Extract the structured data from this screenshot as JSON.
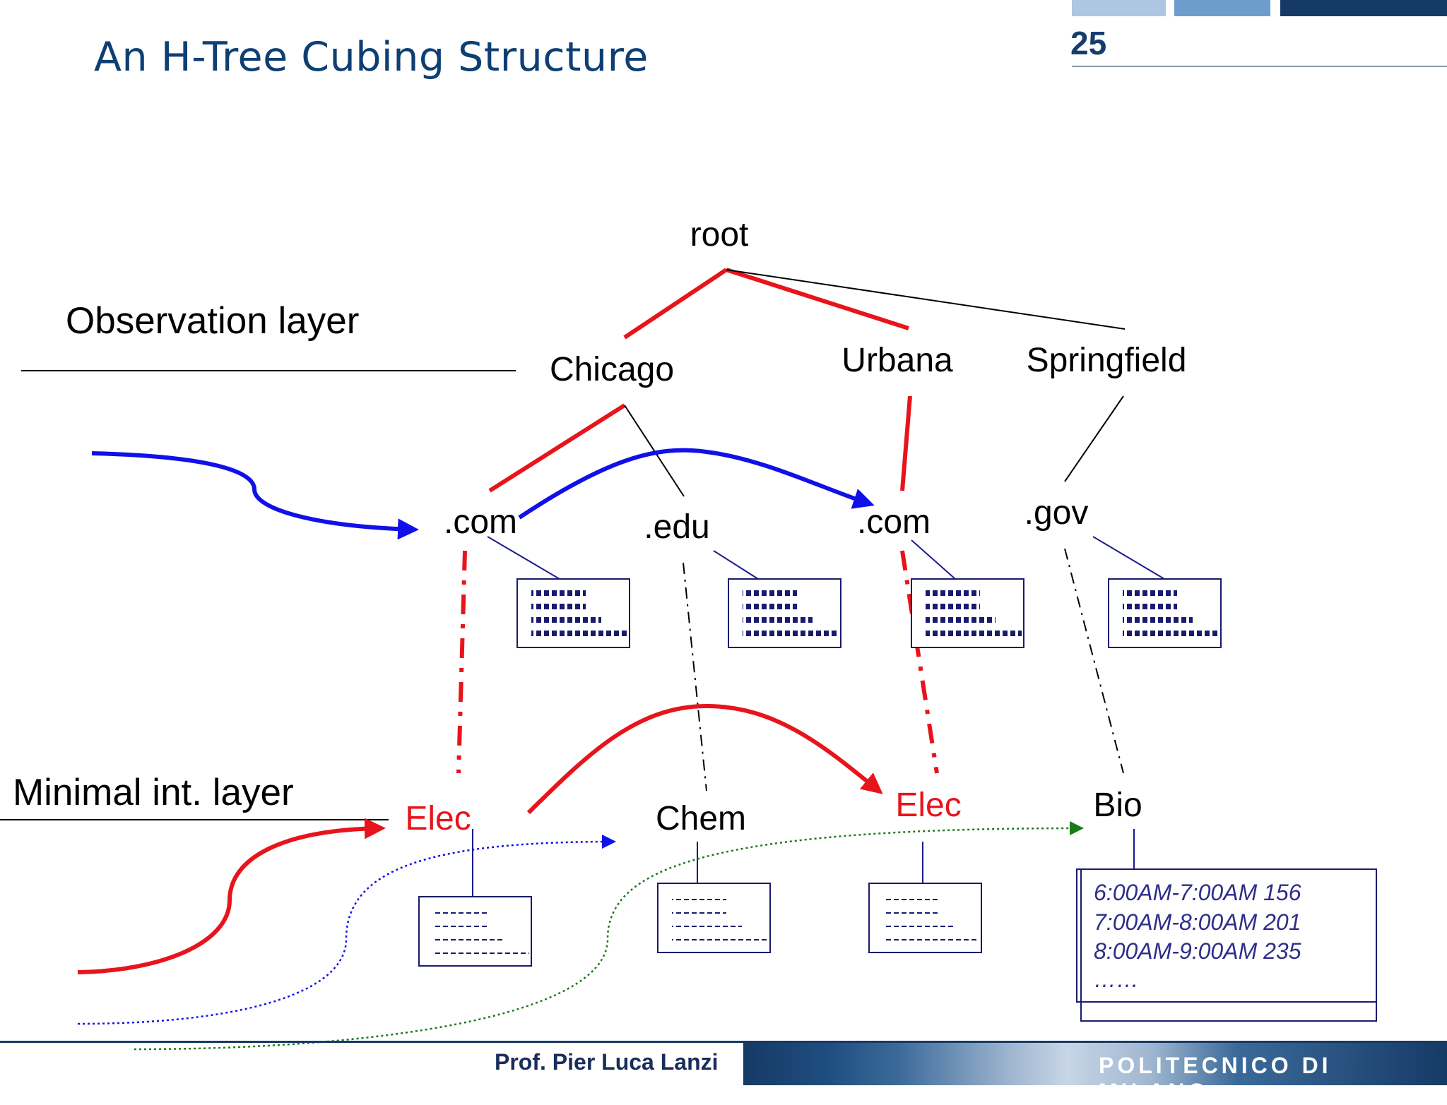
{
  "slide": {
    "title": "An H-Tree Cubing Structure",
    "page_number": "25"
  },
  "layers": {
    "observation": "Observation layer",
    "minimal": "Minimal int. layer"
  },
  "tree": {
    "root": "root",
    "cities": [
      "Chicago",
      "Urbana",
      "Springfield"
    ],
    "domains": [
      ".com",
      ".edu",
      ".com",
      ".gov"
    ],
    "departments": [
      "Elec",
      "Chem",
      "Elec",
      "Bio"
    ]
  },
  "bio_table": {
    "rows": [
      "6:00AM-7:00AM 156",
      "7:00AM-8:00AM 201",
      "8:00AM-9:00AM 235",
      "……"
    ]
  },
  "footer": {
    "author": "Prof. Pier Luca Lanzi",
    "institution": "POLITECNICO DI MILANO"
  },
  "colors": {
    "title": "#0e3f73",
    "red_path": "#e8141b",
    "blue_path": "#1010e8",
    "green_path": "#1a7a1a",
    "table_border": "#1a1a6e",
    "footer_dark": "#163a66"
  }
}
